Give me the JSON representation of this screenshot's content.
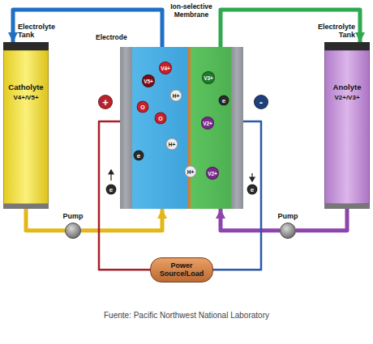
{
  "diagram": {
    "caption": "Fuente: Pacific Northwest National Laboratory",
    "nodes": [
      {
        "text": [
          "Electrolyte Tank",
          "Catholyte",
          "V4+/V5+"
        ]
      },
      {
        "text": [
          "Electrode",
          "Ion-selective Membrane"
        ]
      },
      {
        "text": [
          "Electrolyte Tank",
          "Anolyte",
          "V2+/V3+"
        ]
      },
      {
        "text": [
          "Pump"
        ]
      },
      {
        "text": [
          "Power Source/Load"
        ]
      },
      {
        "text": [
          "Pump"
        ]
      }
    ],
    "edges": [
      {
        "from": 1,
        "to": 0,
        "arrow": "to"
      },
      {
        "from": 1,
        "to": 2,
        "arrow": "to"
      },
      {
        "from": 0,
        "to": 3,
        "arrow": "none"
      },
      {
        "from": 3,
        "to": 1,
        "arrow": "to"
      },
      {
        "from": 2,
        "to": 5,
        "arrow": "none"
      },
      {
        "from": 5,
        "to": 1,
        "arrow": "to"
      },
      {
        "from": 4,
        "to": 1,
        "arrow": "none"
      },
      {
        "from": 4,
        "to": 1,
        "arrow": "none"
      }
    ],
    "labels": [
      "+",
      "-",
      "e",
      "e",
      "V5+",
      "V4+",
      "O",
      "O",
      "H+",
      "H+",
      "e",
      "H+",
      "V3+",
      "e",
      "V2+",
      "V2+"
    ]
  }
}
